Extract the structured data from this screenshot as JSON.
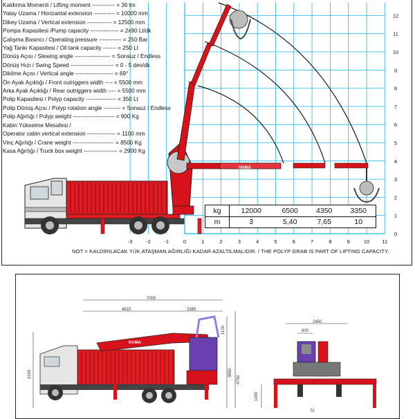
{
  "specs": [
    "Kaldırma Momenti / Lifting moment ------------ = 36 tm",
    "Yatay Uzama / Horizantal extension ----------- = 10000 mm",
    "Dikey Uzama / Vertical extension ------------- = 12500 mm",
    "Pompa Kapasitesi /Pump capacity --------------- = 2x90 Lt/dk",
    "Çalışma Basıncı / Operating pressure ------------ = 250 Bar",
    "Yağ Tankı Kapasitesi / Oil tank capacity ------- = 250 Lt",
    "Dönüş Açısı / Slewing angle ------------------- = Sonsuz / Endless",
    "Dönüş Hızı / Swing Speed ----------------------- = 0 - 5 dev/dk",
    "Dikilme Açısı / Vertical angle -------------------- = 69°",
    "Ön Ayak Açıklığı / Front outriggers width ---- = 5500 mm",
    "Arka Ayak Açıklığı / Rear outriggers width ---- = 5500 mm",
    "Polip Kapasitesi / Polyp capacity ---------------- = 350 Lt",
    "Polip Dönüş Açısı / Polyp rotation angle --------- = Sonsuz / Endless",
    "Polip Ağırlığı / Polyp weight ---------------------- = 900 Kg",
    "Kabin Yükselme Mesafesi /",
    "Operator cabin vertical extension --------------- = 1100 mm",
    "Vinç Ağırlığı / Crane weight ---------------------- = 8500 Kg",
    "Kasa Ağırlığı / Truck box weight ------------------ = 2900 Kg"
  ],
  "capacity_table": {
    "units": [
      "kg",
      "m"
    ],
    "kg": [
      "12000",
      "6500",
      "4350",
      "3350"
    ],
    "m": [
      "3",
      "5,40",
      "7,65",
      "10"
    ]
  },
  "axes": {
    "x_ticks": [
      "-3",
      "-2",
      "-1",
      "0",
      "1",
      "2",
      "3",
      "4",
      "5",
      "6",
      "7",
      "8",
      "9",
      "10",
      "11"
    ],
    "y_ticks": [
      "0",
      "1",
      "2",
      "3",
      "4",
      "5",
      "6",
      "7",
      "8",
      "9",
      "10",
      "11",
      "12"
    ]
  },
  "note": "NOT = KALDIRILACAK YÜK ATAŞMAN AĞIRLIĞI KADAR AZALTILMALIDIR. / THE POLYP GRAB IS PART OF LIFTING CAPACITY.",
  "boom_label": "HAMA",
  "dimensions": {
    "side_total": "7000",
    "side_left": "4615",
    "side_right": "2385",
    "side_cabin_top": "1100",
    "side_height": "4750",
    "side_body": "3650",
    "side_left_h": "3150",
    "rear_width": "2450",
    "rear_cabin": "900",
    "rear_leg": "1000",
    "rear_bottom": "70"
  },
  "colors": {
    "grid": "#22b5e8",
    "crane": "#d8121b",
    "arc": "#1a1a1a"
  }
}
